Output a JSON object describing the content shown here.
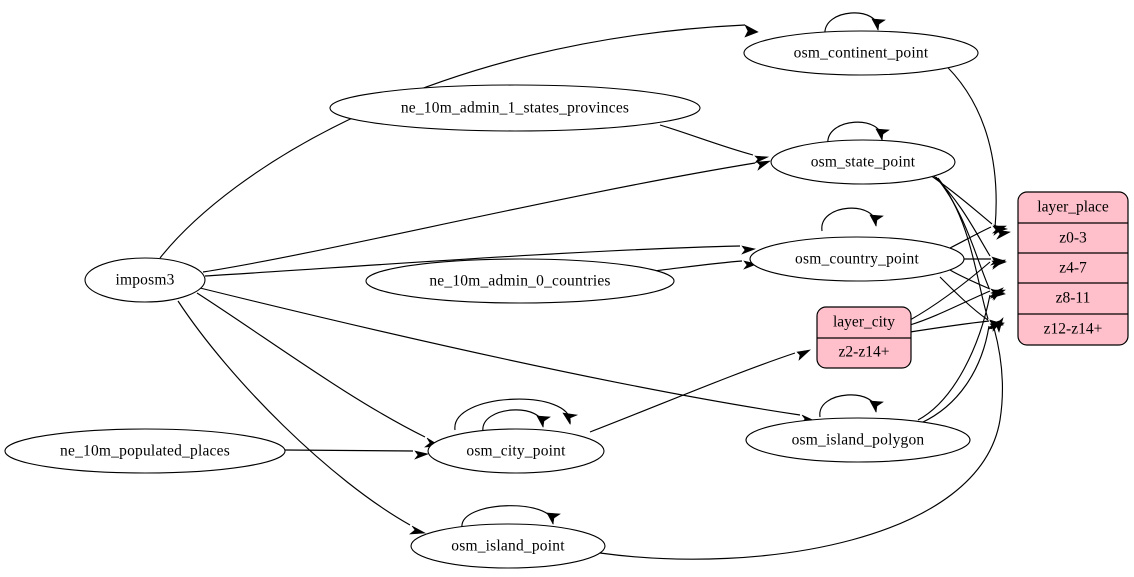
{
  "diagram": {
    "type": "graphviz-digraph",
    "title": "",
    "background_color": "#ffffff",
    "edge_color": "#000000",
    "node_fill": "#ffffff",
    "record_fill": "#ffc0cb",
    "nodes": [
      {
        "id": "imposm3",
        "label": "imposm3",
        "shape": "ellipse"
      },
      {
        "id": "ne_10m_admin_1_states_provinces",
        "label": "ne_10m_admin_1_states_provinces",
        "shape": "ellipse"
      },
      {
        "id": "ne_10m_admin_0_countries",
        "label": "ne_10m_admin_0_countries",
        "shape": "ellipse"
      },
      {
        "id": "ne_10m_populated_places",
        "label": "ne_10m_populated_places",
        "shape": "ellipse"
      },
      {
        "id": "osm_continent_point",
        "label": "osm_continent_point",
        "shape": "ellipse"
      },
      {
        "id": "osm_state_point",
        "label": "osm_state_point",
        "shape": "ellipse"
      },
      {
        "id": "osm_country_point",
        "label": "osm_country_point",
        "shape": "ellipse"
      },
      {
        "id": "osm_city_point",
        "label": "osm_city_point",
        "shape": "ellipse"
      },
      {
        "id": "osm_island_polygon",
        "label": "osm_island_polygon",
        "shape": "ellipse"
      },
      {
        "id": "osm_island_point",
        "label": "osm_island_point",
        "shape": "ellipse"
      }
    ],
    "records": [
      {
        "id": "layer_place",
        "header": "layer_place",
        "rows": [
          "z0-3",
          "z4-7",
          "z8-11",
          "z12-z14+"
        ],
        "fill": "#ffc0cb"
      },
      {
        "id": "layer_city",
        "header": "layer_city",
        "rows": [
          "z2-z14+"
        ],
        "fill": "#ffc0cb"
      }
    ],
    "edges": [
      {
        "from": "imposm3",
        "to": "osm_continent_point"
      },
      {
        "from": "imposm3",
        "to": "osm_state_point"
      },
      {
        "from": "imposm3",
        "to": "osm_country_point"
      },
      {
        "from": "imposm3",
        "to": "osm_city_point"
      },
      {
        "from": "imposm3",
        "to": "osm_island_polygon"
      },
      {
        "from": "imposm3",
        "to": "osm_island_point"
      },
      {
        "from": "ne_10m_admin_1_states_provinces",
        "to": "osm_state_point"
      },
      {
        "from": "ne_10m_admin_0_countries",
        "to": "osm_country_point"
      },
      {
        "from": "ne_10m_populated_places",
        "to": "osm_city_point"
      },
      {
        "from": "osm_continent_point",
        "to": "osm_continent_point"
      },
      {
        "from": "osm_state_point",
        "to": "osm_state_point"
      },
      {
        "from": "osm_country_point",
        "to": "osm_country_point"
      },
      {
        "from": "osm_city_point",
        "to": "osm_city_point"
      },
      {
        "from": "osm_island_polygon",
        "to": "osm_island_polygon"
      },
      {
        "from": "osm_island_point",
        "to": "osm_island_point"
      },
      {
        "from": "osm_continent_point",
        "to": "layer_place.z0-3"
      },
      {
        "from": "osm_state_point",
        "to": "layer_place.z0-3"
      },
      {
        "from": "osm_state_point",
        "to": "layer_place.z4-7"
      },
      {
        "from": "osm_state_point",
        "to": "layer_place.z8-11"
      },
      {
        "from": "osm_state_point",
        "to": "layer_place.z12-z14+"
      },
      {
        "from": "osm_country_point",
        "to": "layer_place.z0-3"
      },
      {
        "from": "osm_country_point",
        "to": "layer_place.z4-7"
      },
      {
        "from": "osm_country_point",
        "to": "layer_place.z8-11"
      },
      {
        "from": "osm_country_point",
        "to": "layer_place.z12-z14+"
      },
      {
        "from": "layer_city",
        "to": "layer_place.z4-7"
      },
      {
        "from": "layer_city",
        "to": "layer_place.z8-11"
      },
      {
        "from": "layer_city",
        "to": "layer_place.z12-z14+"
      },
      {
        "from": "osm_city_point",
        "to": "layer_city.z2-z14+"
      },
      {
        "from": "osm_island_polygon",
        "to": "layer_place.z8-11"
      },
      {
        "from": "osm_island_polygon",
        "to": "layer_place.z12-z14+"
      },
      {
        "from": "osm_island_point",
        "to": "layer_place.z12-z14+"
      }
    ]
  }
}
